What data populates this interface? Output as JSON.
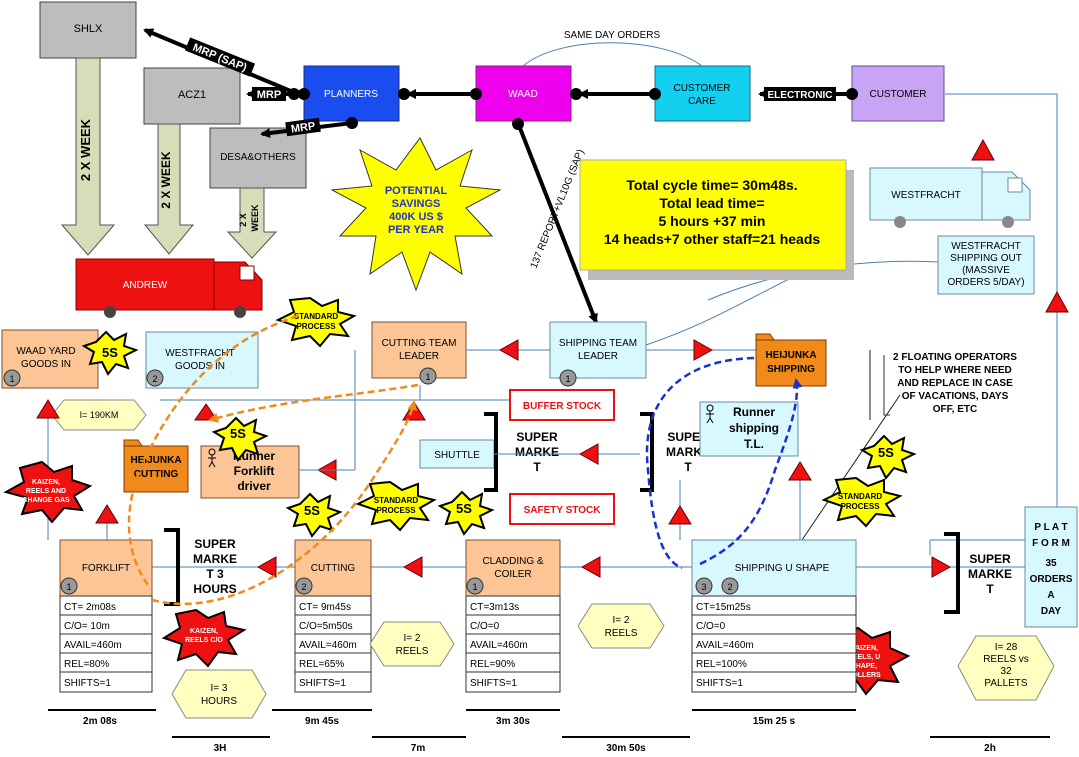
{
  "title": "",
  "sources": {
    "shlx": "SHLX",
    "acz1": "ACZ1",
    "desa": "DESA&OTHERS",
    "planners": "PLANNERS",
    "waad": "WAAD",
    "customer_care": [
      "CUSTOMER",
      "CARE"
    ],
    "customer": "CUSTOMER",
    "westfracht": "WESTFRACHT",
    "andrew": "ANDREW"
  },
  "links": {
    "mrp_sap": "MRP (SAP)",
    "mrp1": "MRP",
    "mrp2": "MRP",
    "electronic": "ELECTRONIC",
    "same_day": "SAME DAY ORDERS",
    "report": "137 REPORT+VL10G (SAP)",
    "two_week_a": "2 X WEEK",
    "two_week_b": "2 X WEEK",
    "two_week_c": [
      "2 X",
      "WEEK"
    ]
  },
  "burst": [
    "POTENTIAL",
    "SAVINGS",
    "400K US $",
    "PER YEAR"
  ],
  "summary": [
    "Total cycle time= 30m48s.",
    "Total lead time=",
    "5 hours +37 min",
    "14 heads+7 other staff=21 heads"
  ],
  "westfracht_out": [
    "WESTFRACHT",
    "SHIPPING OUT",
    "(MASSIVE",
    "ORDERS 5/DAY)"
  ],
  "control": {
    "cutting_leader": [
      "CUTTING TEAM",
      "LEADER"
    ],
    "shipping_leader": [
      "SHIPPING TEAM",
      "LEADER"
    ],
    "heijunka_shipping": [
      "HEIJUNKA",
      "SHIPPING"
    ],
    "heijunka_cutting": [
      "HEIJUNKA",
      "CUTTING"
    ],
    "runner_forklift": [
      "Runner",
      "Forklift",
      "driver"
    ],
    "runner_shipping": [
      "Runner",
      "shipping",
      "T.L."
    ],
    "shuttle": "SHUTTLE",
    "buffer": "BUFFER STOCK",
    "safety": "SAFETY STOCK"
  },
  "goods_in": {
    "waad_yard": [
      "WAAD YARD",
      "GOODS IN"
    ],
    "westfracht_in": [
      "WESTFRACHT",
      "GOODS IN"
    ],
    "inv_190": "I= 190KM"
  },
  "floating_note": [
    "2 FLOATING OPERATORS",
    "TO HELP WHERE NEED",
    "AND REPLACE IN CASE",
    "OF VACATIONS, DAYS",
    "OFF, ETC"
  ],
  "bursts": {
    "five_s": "5S",
    "std": [
      "STANDARD",
      "PROCESS"
    ],
    "kaizen_gas": [
      "KAIZEN,",
      "REELS AND",
      "CHANGE GAS"
    ],
    "kaizen_co": [
      "KAIZEN,",
      "REELS C/O"
    ],
    "kaizen_shape": [
      "KAIZEN,",
      "REELS, U",
      "SHAPE,",
      "ROLLERS"
    ]
  },
  "supermarkets": {
    "mid": [
      "SUPER",
      "MARKE",
      "T"
    ],
    "right": [
      "SUPER",
      "MARKE",
      "T"
    ],
    "hours": [
      "SUPER",
      "MARKE",
      "T 3",
      "HOURS"
    ],
    "ship": [
      "SUPER",
      "MARKE",
      "T"
    ]
  },
  "processes": [
    {
      "name": [
        "FORKLIFT"
      ],
      "ops": [
        "1"
      ],
      "data": [
        "CT= 2m08s",
        "C/O= 10m",
        "AVAIL=460m",
        "REL=80%",
        "SHIFTS=1"
      ]
    },
    {
      "name": [
        "CUTTING"
      ],
      "ops": [
        "2"
      ],
      "data": [
        "CT= 9m45s",
        "C/O=5m50s",
        "AVAIL=460m",
        "REL=65%",
        "SHIFTS=1"
      ]
    },
    {
      "name": [
        "CLADDING &",
        "COILER"
      ],
      "ops": [
        "1"
      ],
      "data": [
        "CT=3m13s",
        "C/O=0",
        "AVAIL=460m",
        "REL=90%",
        "SHIFTS=1"
      ]
    },
    {
      "name": [
        "SHIPPING U SHAPE"
      ],
      "ops": [
        "3",
        "2"
      ],
      "data": [
        "CT=15m25s",
        "C/O=0",
        "AVAIL=460m",
        "REL=100%",
        "SHIFTS=1"
      ]
    }
  ],
  "platform": [
    "P L A T",
    "F O R M",
    "35",
    "ORDERS",
    "A",
    "DAY"
  ],
  "inventory": {
    "three_hours": [
      "I= 3",
      "HOURS"
    ],
    "two_reels_a": [
      "I= 2",
      "REELS"
    ],
    "two_reels_b": [
      "I= 2",
      "REELS"
    ],
    "reels_pallets": [
      "I= 28",
      "REELS vs",
      "32",
      "PALLETS"
    ]
  },
  "timeline": {
    "upper": [
      "2m 08s",
      "9m 45s",
      "3m 30s",
      "15m 25 s"
    ],
    "lower": [
      "3H",
      "7m",
      "30m 50s",
      "2h"
    ]
  }
}
